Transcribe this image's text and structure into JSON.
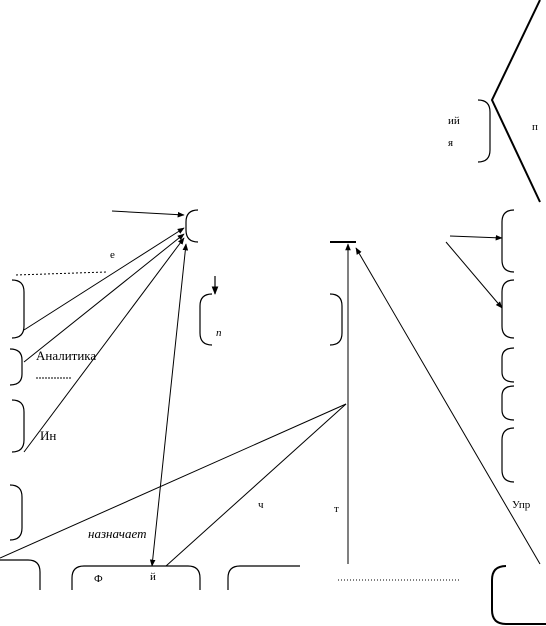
{
  "labels": {
    "analytics": "Аналитика",
    "analytics_fragment": "ч",
    "in_fragment": "Ин",
    "assigns": "назначает",
    "e_fragment": "е",
    "ij_fragment": "ий",
    "p_fragment": "п",
    "ya_fragment": "я",
    "pi_fragment": "п",
    "t_fragment": "т",
    "ch_fragment": "ч",
    "upr_fragment": "Упр",
    "f_fragment": "Ф",
    "i_fragment": "й"
  }
}
